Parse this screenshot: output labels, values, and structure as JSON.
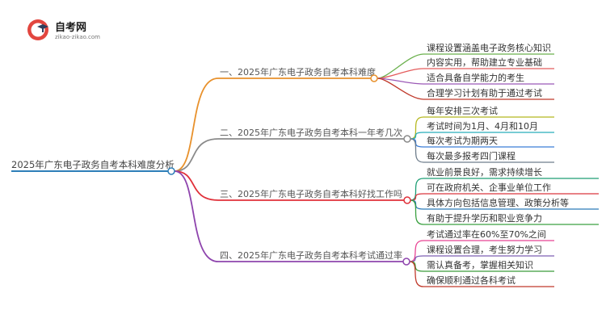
{
  "logo": {
    "title": "自考网",
    "subtitle": "zikao-zikao.com"
  },
  "root": {
    "label": "2025年广东电子政务自考本科难度分析",
    "color": "#2e7fb8"
  },
  "branches": [
    {
      "label": "一、2025年广东电子政务自考本科难度",
      "color": "#e8912c",
      "leaves": [
        {
          "label": "课程设置涵盖电子政务核心知识",
          "color": "#6ab04c"
        },
        {
          "label": "内容实用，帮助建立专业基础",
          "color": "#e45c5c"
        },
        {
          "label": "适合具备自学能力的考生",
          "color": "#9b59b6"
        },
        {
          "label": "合理学习计划有助于通过考试",
          "color": "#c0392b"
        }
      ]
    },
    {
      "label": "二、2025年广东电子政务自考本科一年考几次",
      "color": "#8a8a8a",
      "leaves": [
        {
          "label": "每年安排三次考试",
          "color": "#b5b81f"
        },
        {
          "label": "考试时间为1月、4月和10月",
          "color": "#27aeba"
        },
        {
          "label": "每次考试为期两天",
          "color": "#3b7dd8"
        },
        {
          "label": "每次最多报考四门课程",
          "color": "#6f7e8c"
        }
      ]
    },
    {
      "label": "三、2025年广东电子政务自考本科好找工作吗",
      "color": "#e0303a",
      "leaves": [
        {
          "label": "就业前景良好，需求持续增长",
          "color": "#1d9e74"
        },
        {
          "label": "可在政府机关、企事业单位工作",
          "color": "#d9363e"
        },
        {
          "label": "具体方向包括信息管理、政策分析等",
          "color": "#2b7bb9"
        },
        {
          "label": "有助于提升学历和职业竞争力",
          "color": "#3aa040"
        }
      ]
    },
    {
      "label": "四、2025年广东电子政务自考本科考试通过率",
      "color": "#8e44ad",
      "leaves": [
        {
          "label": "考试通过率在60%至70%之间",
          "color": "#e84393"
        },
        {
          "label": "课程设置合理，考生努力学习",
          "color": "#7d5fb5"
        },
        {
          "label": "需认真备考，掌握相关知识",
          "color": "#3a9c3a"
        },
        {
          "label": "确保顺利通过各科考试",
          "color": "#c0392b"
        }
      ]
    }
  ]
}
